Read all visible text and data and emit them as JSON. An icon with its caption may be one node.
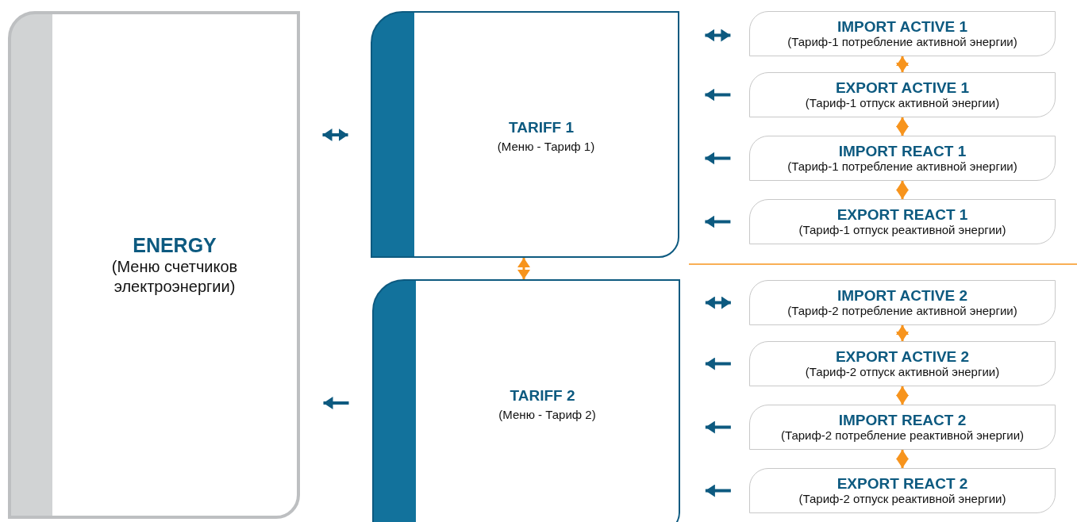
{
  "diagram": {
    "nodes": [
      {
        "text": [
          "ENERGY",
          "(Меню счетчиков электроэнергии)"
        ]
      },
      {
        "text": [
          "TARIFF 1",
          "(Меню - Тариф 1)"
        ]
      },
      {
        "text": [
          "TARIFF 2",
          "(Меню - Тариф 2)"
        ]
      },
      {
        "text": [
          "IMPORT ACTIVE 1",
          "(Тариф-1 потребление активной энергии)"
        ]
      },
      {
        "text": [
          "EXPORT ACTIVE 1",
          "(Тариф-1 отпуск активной энергии)"
        ]
      },
      {
        "text": [
          "IMPORT REACT 1",
          "(Тариф-1 потребление активной энергии)"
        ]
      },
      {
        "text": [
          "EXPORT REACT 1",
          "(Тариф-1 отпуск реактивной энергии)"
        ]
      },
      {
        "text": [
          "IMPORT ACTIVE 2",
          "(Тариф-2 потребление активной энергии)"
        ]
      },
      {
        "text": [
          "EXPORT ACTIVE 2",
          "(Тариф-2 отпуск активной энергии)"
        ]
      },
      {
        "text": [
          "IMPORT REACT 2",
          "(Тариф-2 потребление реактивной энергии)"
        ]
      },
      {
        "text": [
          "EXPORT REACT 2",
          "(Тариф-2 отпуск реактивной энергии)"
        ]
      }
    ],
    "edges": [
      {
        "from": 0,
        "to": 1,
        "arrow": "both"
      },
      {
        "from": 2,
        "to": 0,
        "arrow": "to"
      },
      {
        "from": 1,
        "to": 2,
        "arrow": "both",
        "color": "#f7941d"
      },
      {
        "from": 1,
        "to": 3,
        "arrow": "both"
      },
      {
        "from": 4,
        "to": 1,
        "arrow": "to"
      },
      {
        "from": 5,
        "to": 1,
        "arrow": "to"
      },
      {
        "from": 6,
        "to": 1,
        "arrow": "to"
      },
      {
        "from": 2,
        "to": 7,
        "arrow": "both"
      },
      {
        "from": 8,
        "to": 2,
        "arrow": "to"
      },
      {
        "from": 9,
        "to": 2,
        "arrow": "to"
      },
      {
        "from": 10,
        "to": 2,
        "arrow": "to"
      },
      {
        "from": 3,
        "to": 4,
        "arrow": "both",
        "color": "#f7941d"
      },
      {
        "from": 4,
        "to": 5,
        "arrow": "both",
        "color": "#f7941d"
      },
      {
        "from": 5,
        "to": 6,
        "arrow": "both",
        "color": "#f7941d"
      },
      {
        "from": 7,
        "to": 8,
        "arrow": "both",
        "color": "#f7941d"
      },
      {
        "from": 8,
        "to": 9,
        "arrow": "both",
        "color": "#f7941d"
      },
      {
        "from": 9,
        "to": 10,
        "arrow": "both",
        "color": "#f7941d"
      }
    ]
  }
}
